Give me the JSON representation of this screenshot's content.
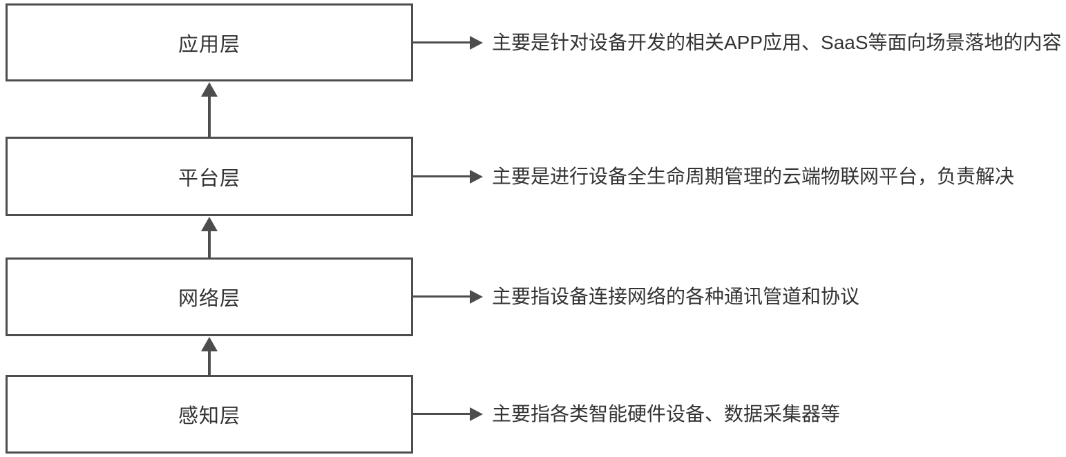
{
  "diagram": {
    "type": "layered-architecture",
    "direction": "bottom-up",
    "colors": {
      "line": "#4d4d4d",
      "text": "#333333",
      "box_fill": "#ffffff",
      "background": "#ffffff"
    },
    "layers": [
      {
        "label": "应用层",
        "description": "主要是针对设备开发的相关APP应用、SaaS等面向场景落地的内容"
      },
      {
        "label": "平台层",
        "description": "主要是进行设备全生命周期管理的云端物联网平台，负责解决"
      },
      {
        "label": "网络层",
        "description": "主要指设备连接网络的各种通讯管道和协议"
      },
      {
        "label": "感知层",
        "description": "主要指各类智能硬件设备、数据采集器等"
      }
    ],
    "connections": {
      "vertical_arrows": "each lower layer points up to the layer above",
      "horizontal_arrows": "each layer points right to its description"
    }
  }
}
